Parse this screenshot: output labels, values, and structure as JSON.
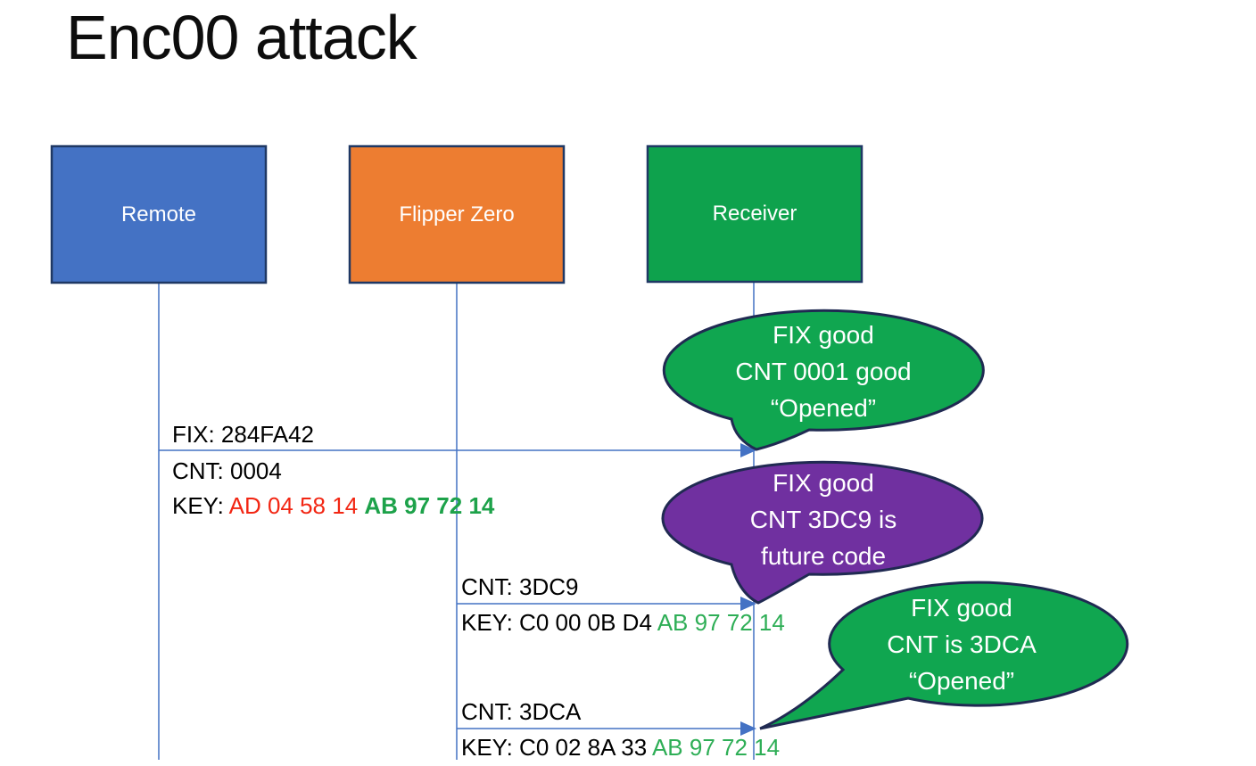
{
  "title": "Enc00 attack",
  "colors": {
    "background": "#FFFFFF",
    "title_text": "#0D0D0D",
    "connector": "#4472C4",
    "shape_border": "#1F3864",
    "bubble_border": "#202A52",
    "label_text": "#FFFFFF",
    "text_red": "#F22613",
    "text_green_bold": "#1DA24A",
    "text_green": "#2EAE56"
  },
  "actors": [
    {
      "id": "remote",
      "label": "Remote",
      "fill": "#4472C4"
    },
    {
      "id": "flipper-zero",
      "label": "Flipper Zero",
      "fill": "#ED7D31"
    },
    {
      "id": "receiver",
      "label": "Receiver",
      "fill": "#0EA24D"
    }
  ],
  "messages": [
    {
      "from": "Remote",
      "to": "Receiver",
      "label_above": "FIX: 284FA42",
      "lines_below": [
        {
          "segments": [
            {
              "text": "CNT: 0004",
              "color": "black"
            }
          ]
        },
        {
          "segments": [
            {
              "text": "KEY: ",
              "color": "black"
            },
            {
              "text": "AD 04 58 14 ",
              "color": "red"
            },
            {
              "text": "AB 97 72 14",
              "color": "green-bold"
            }
          ]
        }
      ]
    },
    {
      "from": "Flipper Zero",
      "to": "Receiver",
      "label_above": "CNT: 3DC9",
      "lines_below": [
        {
          "segments": [
            {
              "text": "KEY: C0 00 0B D4 ",
              "color": "black"
            },
            {
              "text": "AB 97 72 14",
              "color": "green"
            }
          ]
        }
      ]
    },
    {
      "from": "Flipper Zero",
      "to": "Receiver",
      "label_above": "CNT: 3DCA",
      "lines_below": [
        {
          "segments": [
            {
              "text": "KEY: C0 02 8A 33 ",
              "color": "black"
            },
            {
              "text": "AB 97 72 14",
              "color": "green"
            }
          ]
        }
      ]
    }
  ],
  "bubbles": [
    {
      "shape": "oval-callout",
      "fill": "#10A650",
      "lines": [
        "FIX good",
        "CNT 0001 good",
        "“Opened”"
      ]
    },
    {
      "shape": "oval-callout",
      "fill": "#7030A0",
      "lines": [
        "FIX good",
        "CNT 3DC9 is",
        "future code"
      ]
    },
    {
      "shape": "oval-callout",
      "fill": "#10A650",
      "lines": [
        "FIX good",
        "CNT is 3DCA",
        "“Opened”"
      ]
    }
  ]
}
